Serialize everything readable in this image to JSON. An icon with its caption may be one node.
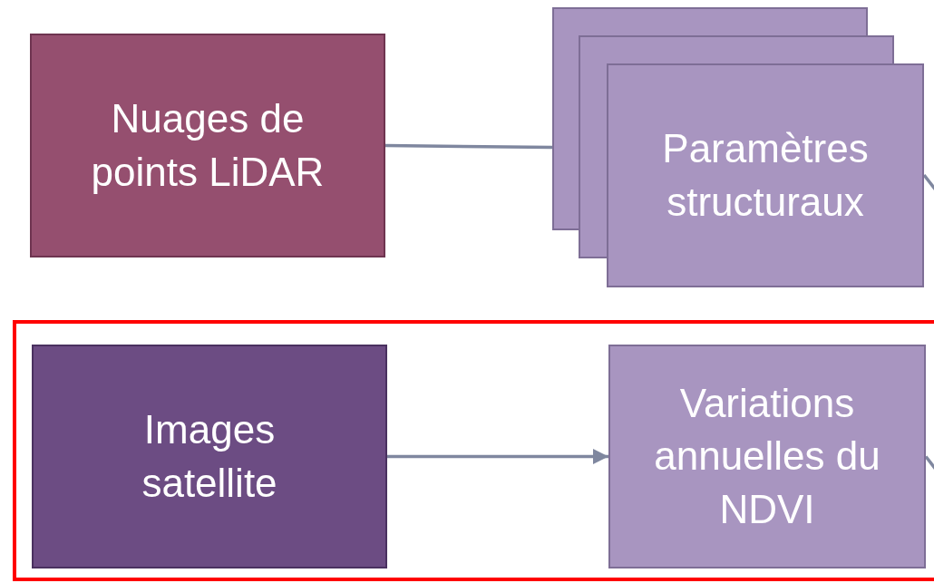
{
  "diagram": {
    "nodes": [
      {
        "text": [
          "Nuages de points LiDAR"
        ]
      },
      {
        "text": [
          "Paramètres structuraux"
        ]
      },
      {
        "text": [],
        "shape": "box"
      },
      {
        "text": [
          "Images satellite"
        ],
        "in": 2
      },
      {
        "text": [
          "Variations annuelles du NDVI"
        ],
        "in": 2
      }
    ],
    "edges": [
      {
        "from": 0,
        "to": 1,
        "arrow": "none"
      },
      {
        "from": 3,
        "to": 4,
        "arrow": "to"
      },
      {
        "from": 1,
        "to": null,
        "arrow": "none"
      },
      {
        "from": 4,
        "to": null,
        "arrow": "none"
      }
    ]
  }
}
